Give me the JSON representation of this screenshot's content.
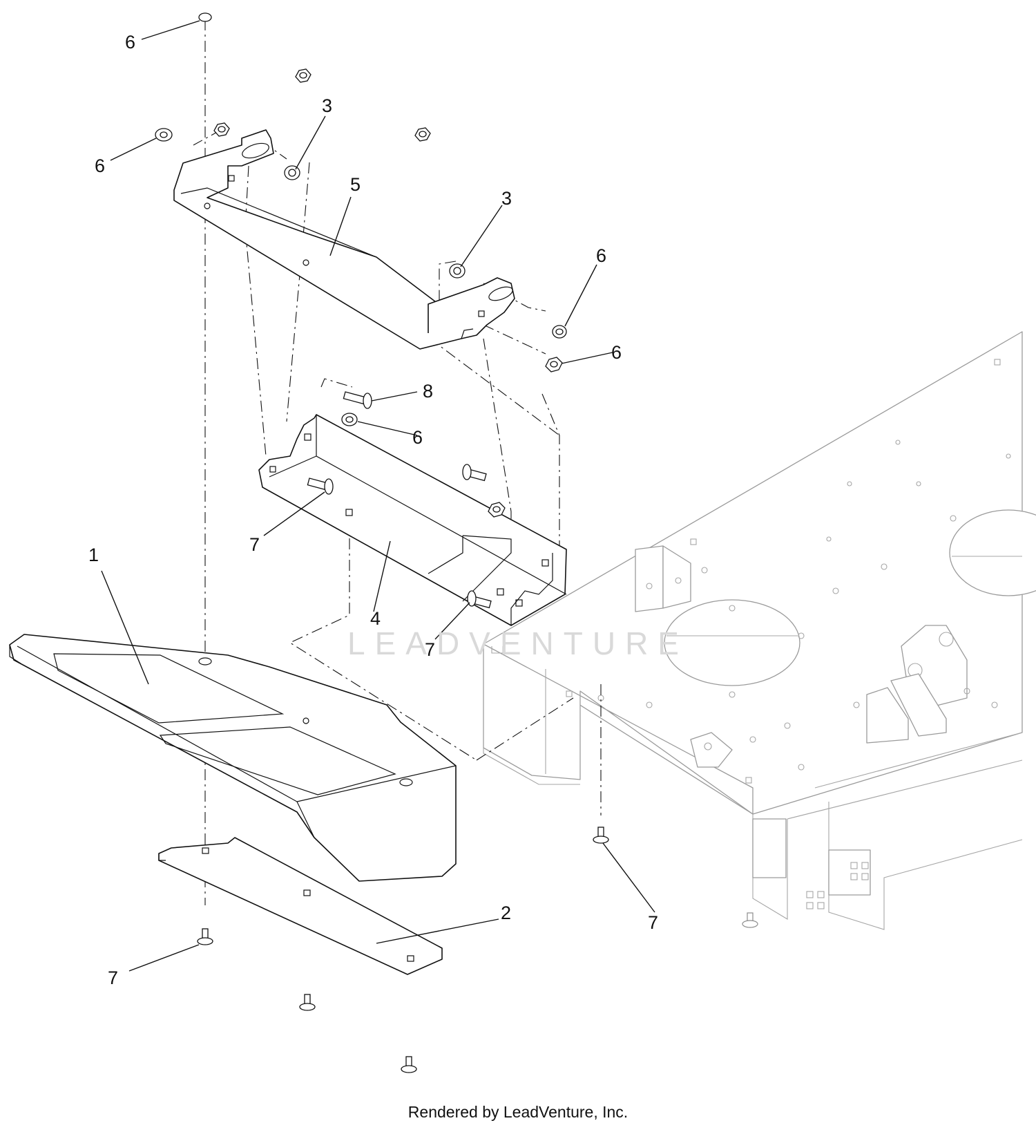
{
  "callouts": {
    "c1": "1",
    "c2": "2",
    "c3a": "3",
    "c3b": "3",
    "c4": "4",
    "c5": "5",
    "c6a": "6",
    "c6b": "6",
    "c6c": "6",
    "c6d": "6",
    "c6e": "6",
    "c7a": "7",
    "c7b": "7",
    "c7c": "7",
    "c7d": "7",
    "c8": "8"
  },
  "watermark": "LEADVENTURE",
  "footer": "Rendered by LeadVenture, Inc."
}
